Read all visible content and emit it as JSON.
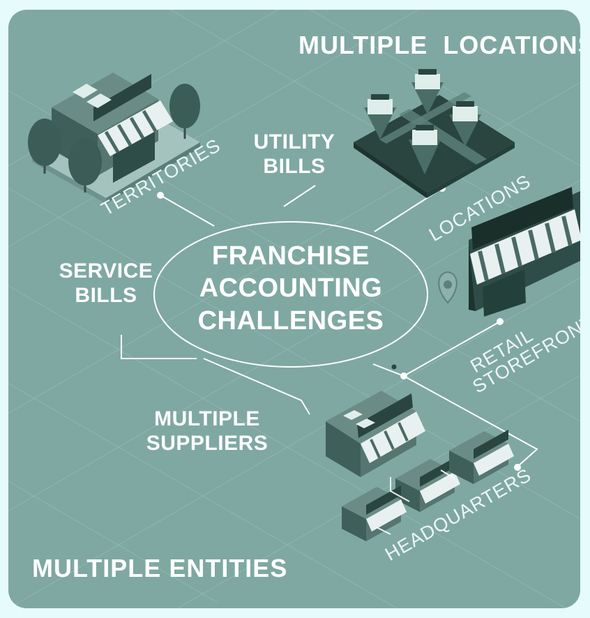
{
  "corner_labels": {
    "top_right": "MULTIPLE  LOCATIONS",
    "bottom_left": "MULTIPLE ENTITIES"
  },
  "center": {
    "line1": "FRANCHISE",
    "line2": "ACCOUNTING",
    "line3": "CHALLENGES"
  },
  "challenges": {
    "utility": {
      "line1": "UTILITY",
      "line2": "BILLS"
    },
    "service": {
      "line1": "SERVICE",
      "line2": "BILLS"
    },
    "suppliers": {
      "line1": "MULTIPLE",
      "line2": "SUPPLIERS"
    }
  },
  "endpoints": {
    "territories": "TERRITORIES",
    "locations": "LOCATIONS",
    "retail_line1": "RETAIL",
    "retail_line2": "STOREFRONT",
    "headquarters": "HEADQUARTERS"
  },
  "colors": {
    "panel": "#7fa8a2",
    "page": "#e6fbfb",
    "text": "#ffffff",
    "building_dark": "#2a4540",
    "awning": "#e8f1ef"
  }
}
